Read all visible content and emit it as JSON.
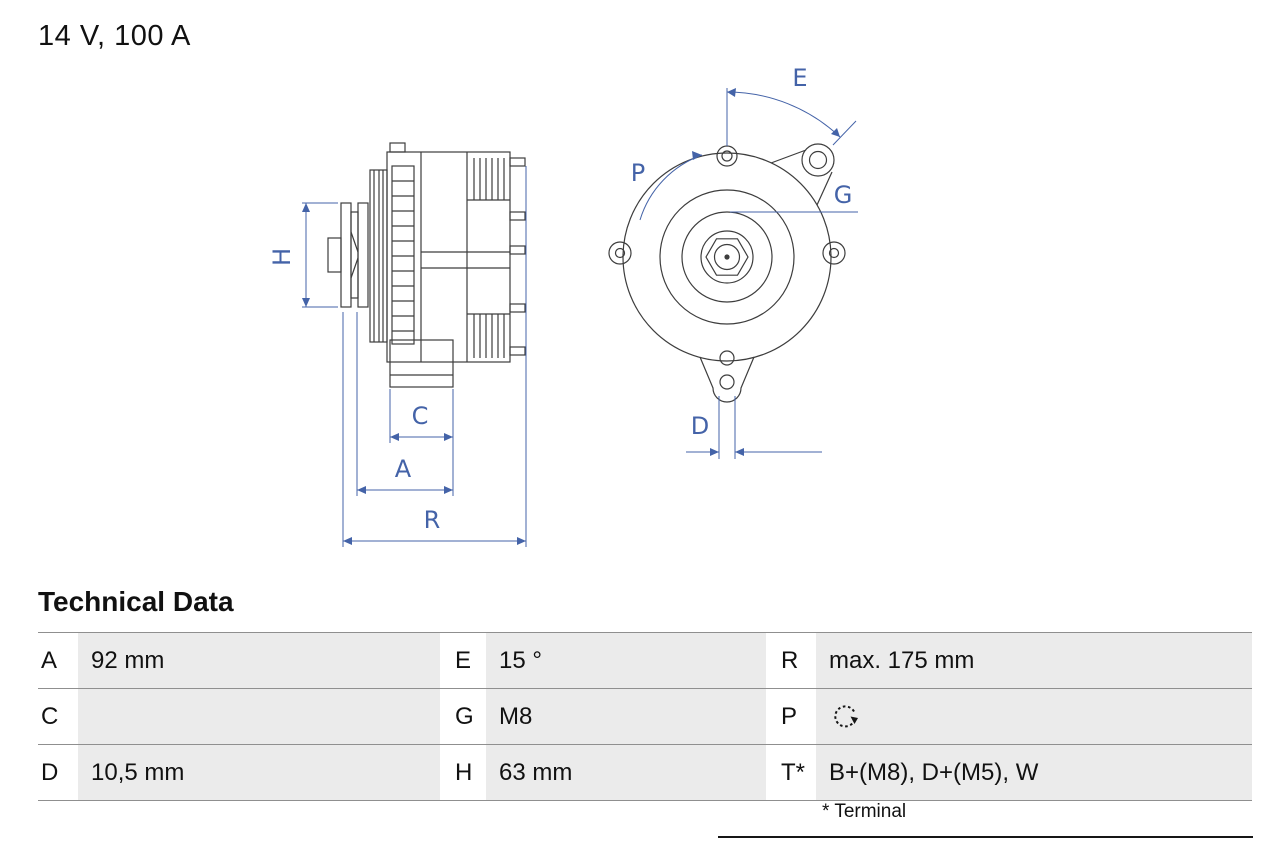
{
  "header": {
    "title": "14 V, 100 A"
  },
  "diagram": {
    "dimension_labels": {
      "H": "H",
      "C": "C",
      "A": "A",
      "R": "R",
      "E": "E",
      "P": "P",
      "G": "G",
      "D": "D"
    },
    "colors": {
      "dimension_blue": "#4463a8",
      "part_line": "#3d3d3d",
      "table_stripe": "#ebebeb",
      "table_border": "#8f8f8f"
    }
  },
  "technical_data": {
    "title": "Technical Data",
    "rows": [
      {
        "cells": [
          {
            "key": "A",
            "value": "92 mm"
          },
          {
            "key": "E",
            "value": "15 °"
          },
          {
            "key": "R",
            "value": "max. 175 mm"
          }
        ]
      },
      {
        "cells": [
          {
            "key": "C",
            "value": ""
          },
          {
            "key": "G",
            "value": "M8"
          },
          {
            "key": "P",
            "value": "",
            "icon": "rotation-direction-icon"
          }
        ]
      },
      {
        "cells": [
          {
            "key": "D",
            "value": "10,5 mm"
          },
          {
            "key": "H",
            "value": "63 mm"
          },
          {
            "key": "T*",
            "value": "B+(M8), D+(M5), W"
          }
        ]
      }
    ],
    "footnote": "* Terminal"
  }
}
